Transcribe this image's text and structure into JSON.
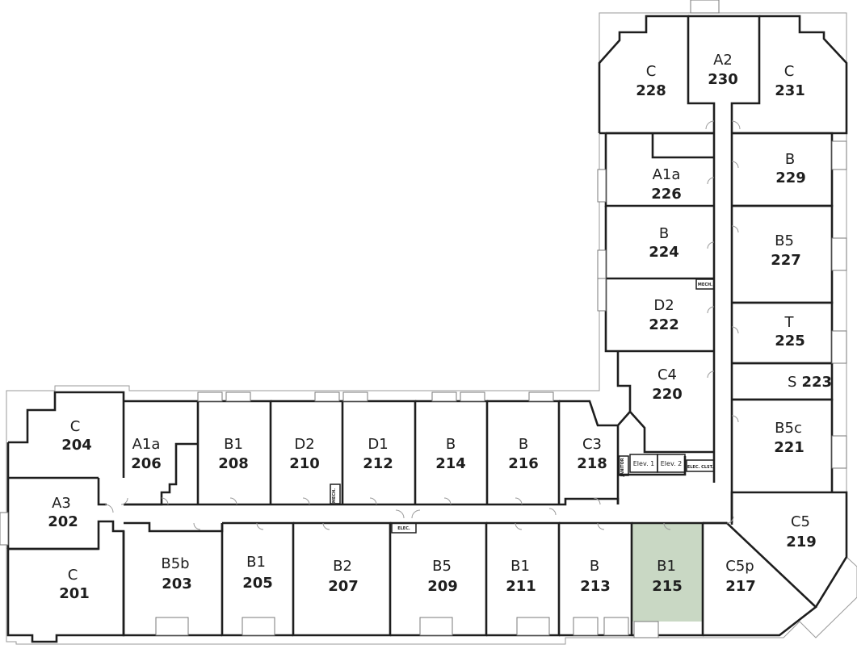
{
  "highlight_color": "#c9d8c4",
  "units": {
    "u201": {
      "type": "C",
      "number": "201"
    },
    "u202": {
      "type": "A3",
      "number": "202"
    },
    "u203": {
      "type": "B5b",
      "number": "203"
    },
    "u204": {
      "type": "C",
      "number": "204"
    },
    "u205": {
      "type": "B1",
      "number": "205"
    },
    "u206": {
      "type": "A1a",
      "number": "206"
    },
    "u207": {
      "type": "B2",
      "number": "207"
    },
    "u208": {
      "type": "B1",
      "number": "208"
    },
    "u209": {
      "type": "B5",
      "number": "209"
    },
    "u210": {
      "type": "D2",
      "number": "210"
    },
    "u211": {
      "type": "B1",
      "number": "211"
    },
    "u212": {
      "type": "D1",
      "number": "212"
    },
    "u213": {
      "type": "B",
      "number": "213"
    },
    "u214": {
      "type": "B",
      "number": "214"
    },
    "u215": {
      "type": "B1",
      "number": "215",
      "highlighted": true
    },
    "u216": {
      "type": "B",
      "number": "216"
    },
    "u217": {
      "type": "C5p",
      "number": "217"
    },
    "u218": {
      "type": "C3",
      "number": "218"
    },
    "u219": {
      "type": "C5",
      "number": "219"
    },
    "u220": {
      "type": "C4",
      "number": "220"
    },
    "u221": {
      "type": "B5c",
      "number": "221"
    },
    "u222": {
      "type": "D2",
      "number": "222"
    },
    "u223": {
      "type": "S",
      "number": "223"
    },
    "u224": {
      "type": "B",
      "number": "224"
    },
    "u225": {
      "type": "T",
      "number": "225"
    },
    "u226": {
      "type": "A1a",
      "number": "226"
    },
    "u227": {
      "type": "B5",
      "number": "227"
    },
    "u228": {
      "type": "C",
      "number": "228"
    },
    "u229": {
      "type": "B",
      "number": "229"
    },
    "u230": {
      "type": "A2",
      "number": "230"
    },
    "u231": {
      "type": "C",
      "number": "231"
    }
  },
  "utility": {
    "elev1": "Elev. 1",
    "elev2": "Elev. 2",
    "elec_closet": "ELEC. CLST.",
    "elec": "ELEC.",
    "mech_east": "MECH.",
    "mech_west": "MECH.",
    "janitor": "JANITOR"
  }
}
